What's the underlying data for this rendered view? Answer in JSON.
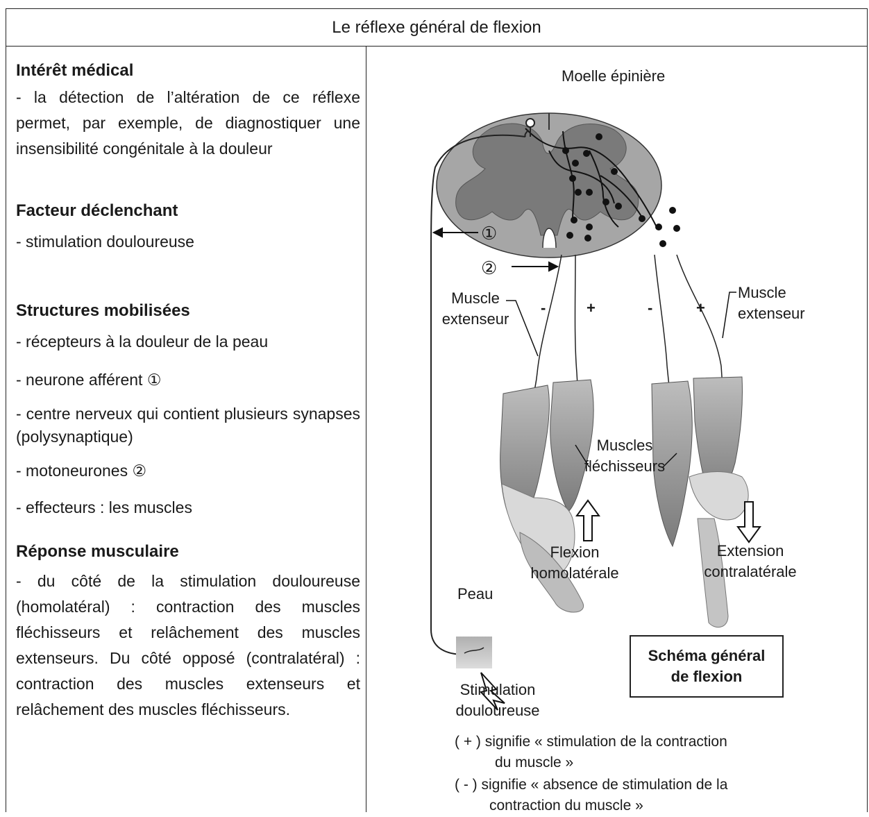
{
  "title": "Le réflexe général de flexion",
  "left": {
    "interet": {
      "heading": "Intérêt médical",
      "text": "- la détection de l’altération de ce réflexe permet, par exemple, de diagnostiquer une insensibilité congénitale à la douleur"
    },
    "facteur": {
      "heading": "Facteur déclenchant",
      "text": "- stimulation douloureuse"
    },
    "structures": {
      "heading": "Structures mobilisées",
      "items": [
        "- récepteurs à la douleur de la peau",
        "- neurone afférent ①",
        "- centre nerveux qui contient plusieurs synapses (polysynaptique)",
        "- motoneurones ②",
        "- effecteurs : les muscles"
      ]
    },
    "reponse": {
      "heading": "Réponse musculaire",
      "text": "- du côté de la stimulation douloureuse (homolatéral) : contraction des muscles fléchisseurs et relâchement des muscles extenseurs. Du côté opposé (contralatéral) : contraction des muscles extenseurs et relâchement des muscles fléchisseurs."
    }
  },
  "diagram": {
    "moelle": "Moelle épinière",
    "marker1": "①",
    "marker2": "②",
    "muscle_ext_left": "Muscle extenseur",
    "muscle_ext_right": "Muscle extenseur",
    "sign_minus": "-",
    "sign_plus": "+",
    "muscles_flech": "Muscles fléchisseurs",
    "flexion": "Flexion homolatérale",
    "extension": "Extension contralatérale",
    "peau": "Peau",
    "stimulation": "Stimulation douloureuse",
    "schema_title_1": "Schéma général",
    "schema_title_2": "de flexion",
    "legend_plus_1": "( + ) signifie « stimulation de la contraction",
    "legend_plus_2": "du muscle »",
    "legend_minus_1": "( - ) signifie « absence de stimulation de la",
    "legend_minus_2": "contraction du muscle »"
  }
}
